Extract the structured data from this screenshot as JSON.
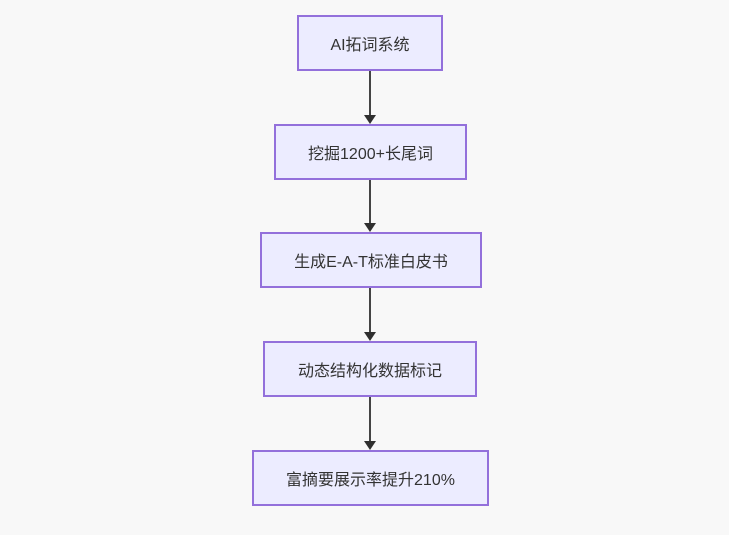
{
  "page": {
    "background_color": "#f8f8f8"
  },
  "diagram": {
    "type": "flowchart",
    "direction": "top-down",
    "node_fill_color": "#ECECFF",
    "node_border_color": "#9370DB",
    "text_color": "#333333",
    "arrow_color": "#333333",
    "nodes": [
      {
        "id": "n1",
        "label": "AI拓词系统"
      },
      {
        "id": "n2",
        "label": "挖掘1200+长尾词"
      },
      {
        "id": "n3",
        "label": "生成E-A-T标准白皮书"
      },
      {
        "id": "n4",
        "label": "动态结构化数据标记"
      },
      {
        "id": "n5",
        "label": "富摘要展示率提升210%"
      }
    ],
    "edges": [
      {
        "from": "n1",
        "to": "n2"
      },
      {
        "from": "n2",
        "to": "n3"
      },
      {
        "from": "n3",
        "to": "n4"
      },
      {
        "from": "n4",
        "to": "n5"
      }
    ]
  }
}
